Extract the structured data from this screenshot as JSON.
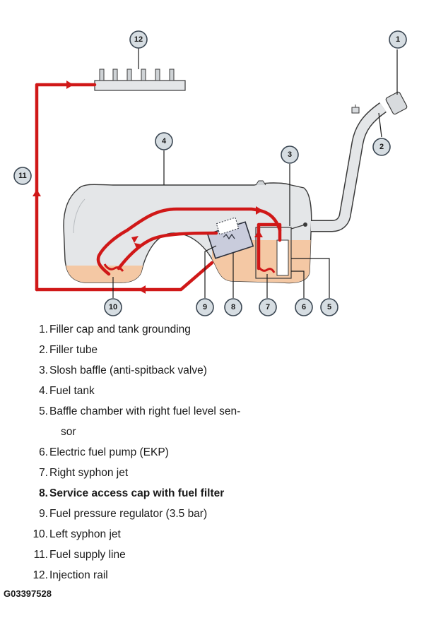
{
  "callouts": [
    "1",
    "2",
    "3",
    "4",
    "5",
    "6",
    "7",
    "8",
    "9",
    "10",
    "11",
    "12"
  ],
  "legend": [
    {
      "num": "1.",
      "lines": [
        "Filler cap and tank grounding"
      ]
    },
    {
      "num": "2.",
      "lines": [
        "Filler tube"
      ]
    },
    {
      "num": "3.",
      "lines": [
        "Slosh baffle (anti-spitback valve)"
      ]
    },
    {
      "num": "4.",
      "lines": [
        "Fuel tank"
      ]
    },
    {
      "num": "5.",
      "lines": [
        "Baffle chamber with right fuel level sen-",
        "sor"
      ]
    },
    {
      "num": "6.",
      "lines": [
        "Electric fuel pump (EKP)"
      ]
    },
    {
      "num": "7.",
      "lines": [
        "Right syphon jet"
      ]
    },
    {
      "num": "8.",
      "lines": [
        "Service access cap with fuel filter"
      ],
      "bold": true
    },
    {
      "num": "9.",
      "lines": [
        "Fuel pressure regulator (3.5 bar)"
      ]
    },
    {
      "num": "10.",
      "lines": [
        "Left syphon jet"
      ]
    },
    {
      "num": "11.",
      "lines": [
        "Fuel supply line"
      ]
    },
    {
      "num": "12.",
      "lines": [
        "Injection rail"
      ]
    }
  ],
  "figure_id": "G03397528",
  "colors": {
    "fuel_line": "#d01818",
    "fuel_level": "#f4c8a4",
    "tank": "#e4e6e8",
    "outline": "#3a3a3a",
    "callout_fill": "#d6dde2"
  }
}
